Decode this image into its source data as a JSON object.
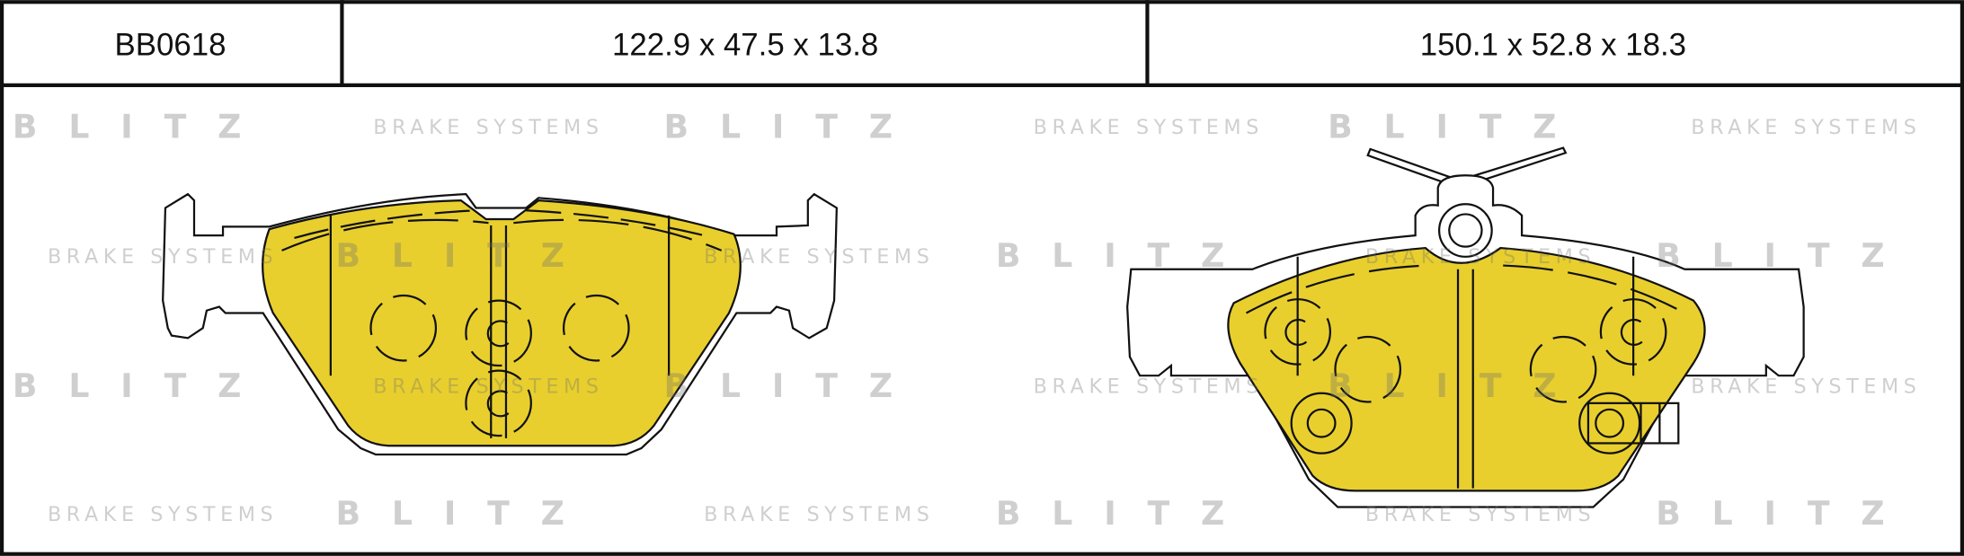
{
  "header": {
    "part_number": "BB0618",
    "dims_front": "122.9 x 47.5 x 13.8",
    "dims_rear": "150.1 x 52.8 x 18.3"
  },
  "watermark": {
    "brand": "BLITZ",
    "tagline": "BRAKE SYSTEMS"
  },
  "colors": {
    "friction": "#E8CF2E",
    "border": "#111111"
  }
}
